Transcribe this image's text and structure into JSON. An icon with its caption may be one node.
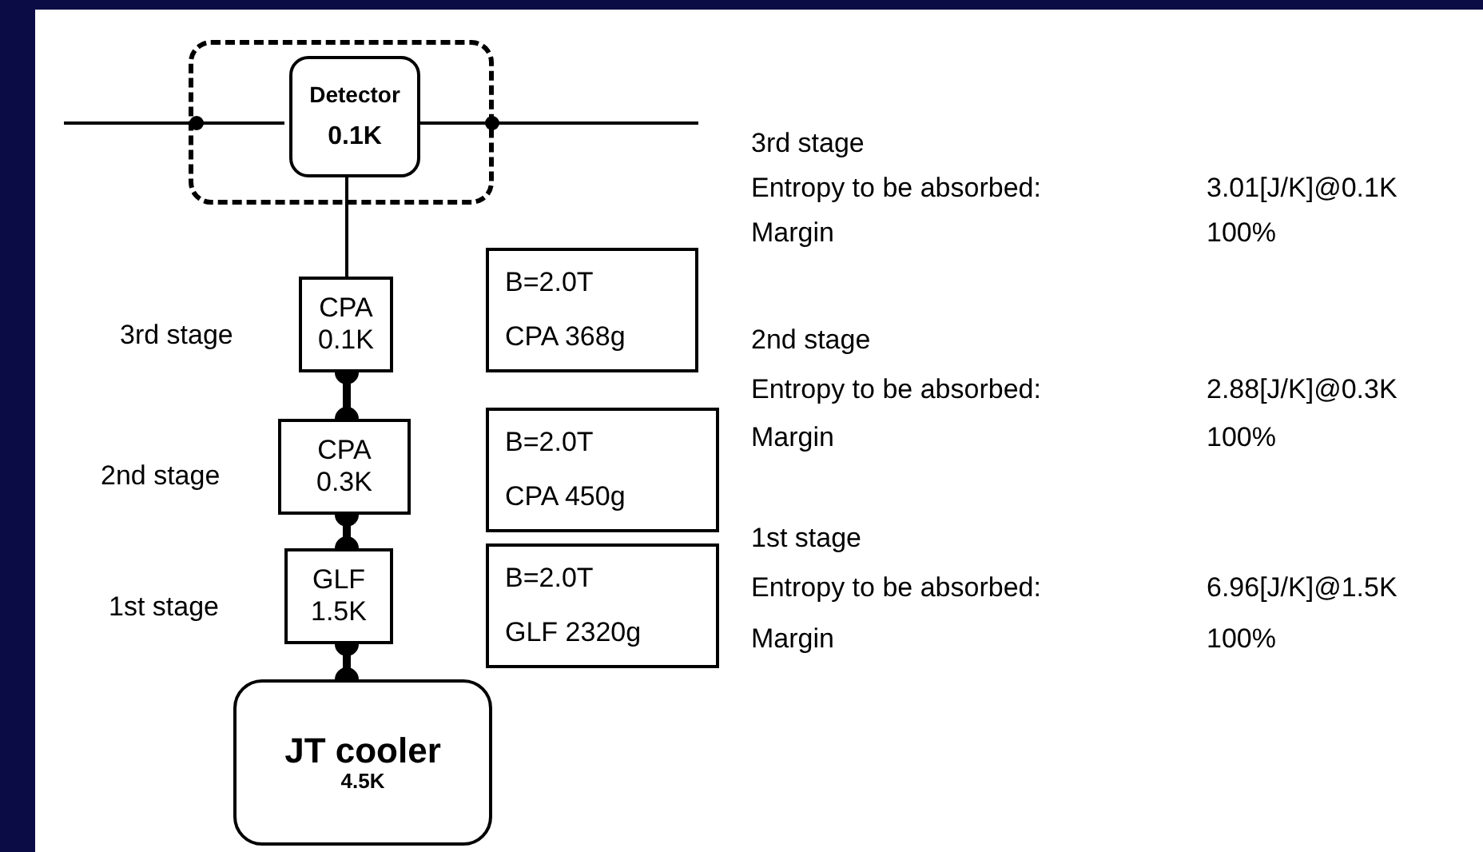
{
  "diagram": {
    "nodes": [
      {
        "text": [],
        "shape": "box"
      },
      {
        "text": [
          "Detector",
          "0.1K"
        ],
        "in": 0
      },
      {
        "text": [
          "CPA",
          "0.1K"
        ],
        "beside": [
          "3rd stage"
        ]
      },
      {
        "text": [
          "CPA",
          "0.3K"
        ],
        "beside": [
          "2nd stage"
        ]
      },
      {
        "text": [
          "GLF",
          "1.5K"
        ],
        "beside": [
          "1st stage"
        ]
      },
      {
        "text": [
          "JT cooler",
          "4.5K"
        ]
      },
      {
        "text": [
          "B=2.0T",
          "CPA 368g"
        ]
      },
      {
        "text": [
          "B=2.0T",
          "CPA 450g"
        ]
      },
      {
        "text": [
          "B=2.0T",
          "GLF 2320g"
        ]
      }
    ],
    "edges": [
      {
        "from": null,
        "to": 1,
        "arrow": "none"
      },
      {
        "from": 1,
        "to": null,
        "arrow": "none"
      },
      {
        "from": 1,
        "to": 2,
        "arrow": "none"
      },
      {
        "from": 2,
        "to": 3,
        "arrow": "other",
        "style": "thick"
      },
      {
        "from": 3,
        "to": 4,
        "arrow": "other",
        "style": "thick"
      },
      {
        "from": 4,
        "to": 5,
        "arrow": "other",
        "style": "thick"
      }
    ],
    "labels": [
      "3rd stage",
      "Entropy to be absorbed:",
      "3.01[J/K]@0.1K",
      "Margin",
      "100%",
      "2nd stage",
      "Entropy to be absorbed:",
      "2.88[J/K]@0.3K",
      "Margin",
      "100%",
      "1st stage",
      "Entropy to be absorbed:",
      "6.96[J/K]@1.5K",
      "Margin",
      "100%"
    ]
  }
}
